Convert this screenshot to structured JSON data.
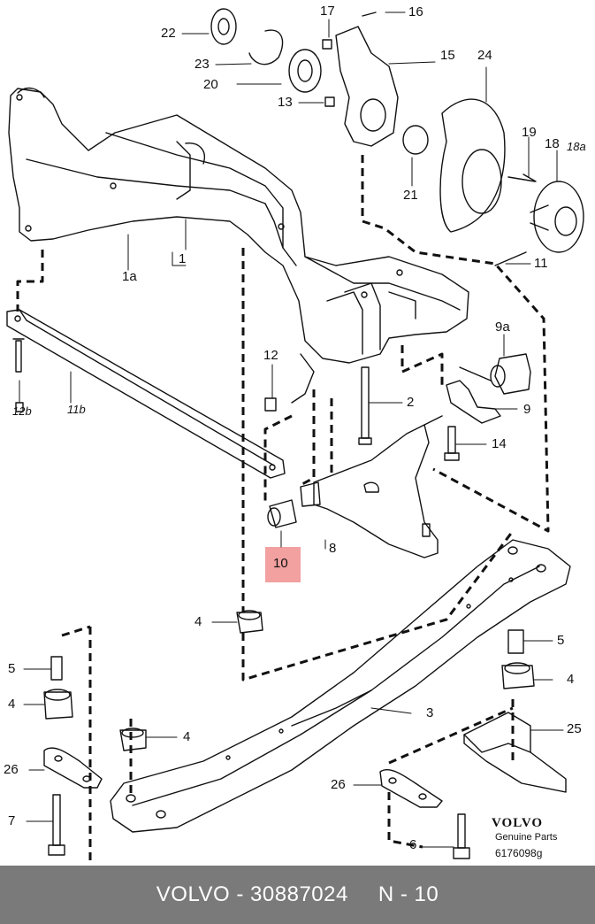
{
  "callouts": {
    "c1": "1",
    "c1a": "1a",
    "c2": "2",
    "c3": "3",
    "c4a": "4",
    "c4b": "4",
    "c4c": "4",
    "c4d": "4",
    "c5a": "5",
    "c5b": "5",
    "c6": "6",
    "c7": "7",
    "c8": "8",
    "c9": "9",
    "c9a": "9a",
    "c10": "10",
    "c11": "11",
    "c11b": "11b",
    "c12": "12",
    "c12b": "12b",
    "c13": "13",
    "c14": "14",
    "c15": "15",
    "c16": "16",
    "c17": "17",
    "c18": "18",
    "c18a": "18a",
    "c19": "19",
    "c20": "20",
    "c21": "21",
    "c22": "22",
    "c23": "23",
    "c24": "24",
    "c25": "25",
    "c26a": "26",
    "c26b": "26"
  },
  "brand": {
    "logo": "VOLVO",
    "tagline": "Genuine Parts",
    "code": "6176098g"
  },
  "footer": {
    "brand": "VOLVO",
    "part_number": "30887024",
    "position": "N - 10"
  },
  "colors": {
    "highlight": "#f2a0a0",
    "footer_bg": "#7a7a7a",
    "line": "#111111"
  }
}
